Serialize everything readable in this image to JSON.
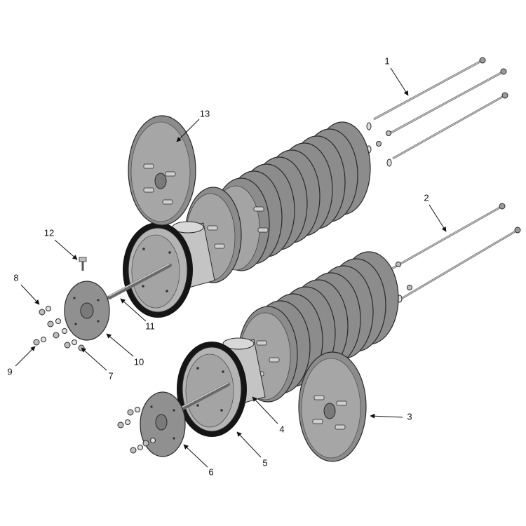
{
  "colors": {
    "background": "#ffffff",
    "disc_fill": "#8c8c8c",
    "disc_face": "#a4a4a4",
    "disc_rim": "#6a6a6a",
    "outline": "#2a2a2a",
    "hub": "#7a7a7a",
    "rubber_ring": "#151515",
    "rod": "#9a9a9a",
    "nut": "#bdbdbd",
    "leader": "#111111"
  },
  "parts": [
    {
      "number": "1",
      "icon": "tie-rod-icon"
    },
    {
      "number": "2",
      "icon": "tie-rod-icon"
    },
    {
      "number": "3",
      "icon": "end-disc-icon"
    },
    {
      "number": "4",
      "icon": "spacer-sleeve-icon"
    },
    {
      "number": "5",
      "icon": "rubber-ring-icon"
    },
    {
      "number": "6",
      "icon": "hub-plate-icon"
    },
    {
      "number": "7",
      "icon": "nut-icon"
    },
    {
      "number": "8",
      "icon": "washer-icon"
    },
    {
      "number": "9",
      "icon": "nut-icon"
    },
    {
      "number": "10",
      "icon": "hub-plate-icon"
    },
    {
      "number": "11",
      "icon": "axle-shaft-icon"
    },
    {
      "number": "12",
      "icon": "bolt-icon"
    },
    {
      "number": "13",
      "icon": "end-disc-icon"
    }
  ]
}
